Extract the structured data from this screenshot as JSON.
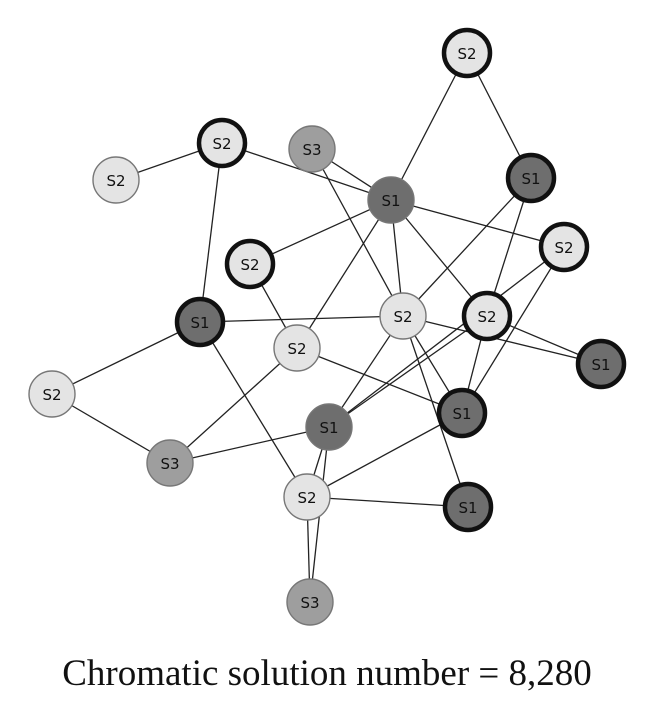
{
  "caption": "Chromatic solution number = 8,280",
  "colors": {
    "S1": "#6e6e6e",
    "S2": "#e4e4e4",
    "S3": "#9e9e9e",
    "stroke_normal": "#777777",
    "stroke_highlight": "#111111"
  },
  "nodes": [
    {
      "id": "n1",
      "label": "S2",
      "highlight": true
    },
    {
      "id": "n2",
      "label": "S2",
      "highlight": true
    },
    {
      "id": "n3",
      "label": "S3",
      "highlight": false
    },
    {
      "id": "n4",
      "label": "S2",
      "highlight": false
    },
    {
      "id": "n5",
      "label": "S1",
      "highlight": false
    },
    {
      "id": "n6",
      "label": "S1",
      "highlight": true
    },
    {
      "id": "n7",
      "label": "S2",
      "highlight": true
    },
    {
      "id": "n8",
      "label": "S2",
      "highlight": true
    },
    {
      "id": "n9",
      "label": "S1",
      "highlight": true
    },
    {
      "id": "n10",
      "label": "S2",
      "highlight": false
    },
    {
      "id": "n11",
      "label": "S2",
      "highlight": true
    },
    {
      "id": "n12",
      "label": "S2",
      "highlight": false
    },
    {
      "id": "n13",
      "label": "S1",
      "highlight": true
    },
    {
      "id": "n14",
      "label": "S2",
      "highlight": false
    },
    {
      "id": "n15",
      "label": "S1",
      "highlight": true
    },
    {
      "id": "n16",
      "label": "S1",
      "highlight": false
    },
    {
      "id": "n17",
      "label": "S3",
      "highlight": false
    },
    {
      "id": "n18",
      "label": "S2",
      "highlight": false
    },
    {
      "id": "n19",
      "label": "S1",
      "highlight": true
    },
    {
      "id": "n20",
      "label": "S3",
      "highlight": false
    }
  ],
  "edges": [
    [
      "n1",
      "n5"
    ],
    [
      "n1",
      "n6"
    ],
    [
      "n4",
      "n2"
    ],
    [
      "n2",
      "n5"
    ],
    [
      "n2",
      "n9"
    ],
    [
      "n3",
      "n5"
    ],
    [
      "n3",
      "n10"
    ],
    [
      "n5",
      "n8"
    ],
    [
      "n5",
      "n10"
    ],
    [
      "n5",
      "n12"
    ],
    [
      "n5",
      "n7"
    ],
    [
      "n5",
      "n11"
    ],
    [
      "n6",
      "n10"
    ],
    [
      "n6",
      "n11"
    ],
    [
      "n7",
      "n15"
    ],
    [
      "n7",
      "n16"
    ],
    [
      "n8",
      "n12"
    ],
    [
      "n9",
      "n10"
    ],
    [
      "n9",
      "n14"
    ],
    [
      "n9",
      "n18"
    ],
    [
      "n10",
      "n13"
    ],
    [
      "n10",
      "n16"
    ],
    [
      "n10",
      "n15"
    ],
    [
      "n10",
      "n19"
    ],
    [
      "n11",
      "n13"
    ],
    [
      "n11",
      "n15"
    ],
    [
      "n11",
      "n16"
    ],
    [
      "n12",
      "n15"
    ],
    [
      "n12",
      "n17"
    ],
    [
      "n14",
      "n17"
    ],
    [
      "n15",
      "n18"
    ],
    [
      "n16",
      "n17"
    ],
    [
      "n16",
      "n18"
    ],
    [
      "n16",
      "n20"
    ],
    [
      "n18",
      "n19"
    ],
    [
      "n18",
      "n20"
    ]
  ]
}
